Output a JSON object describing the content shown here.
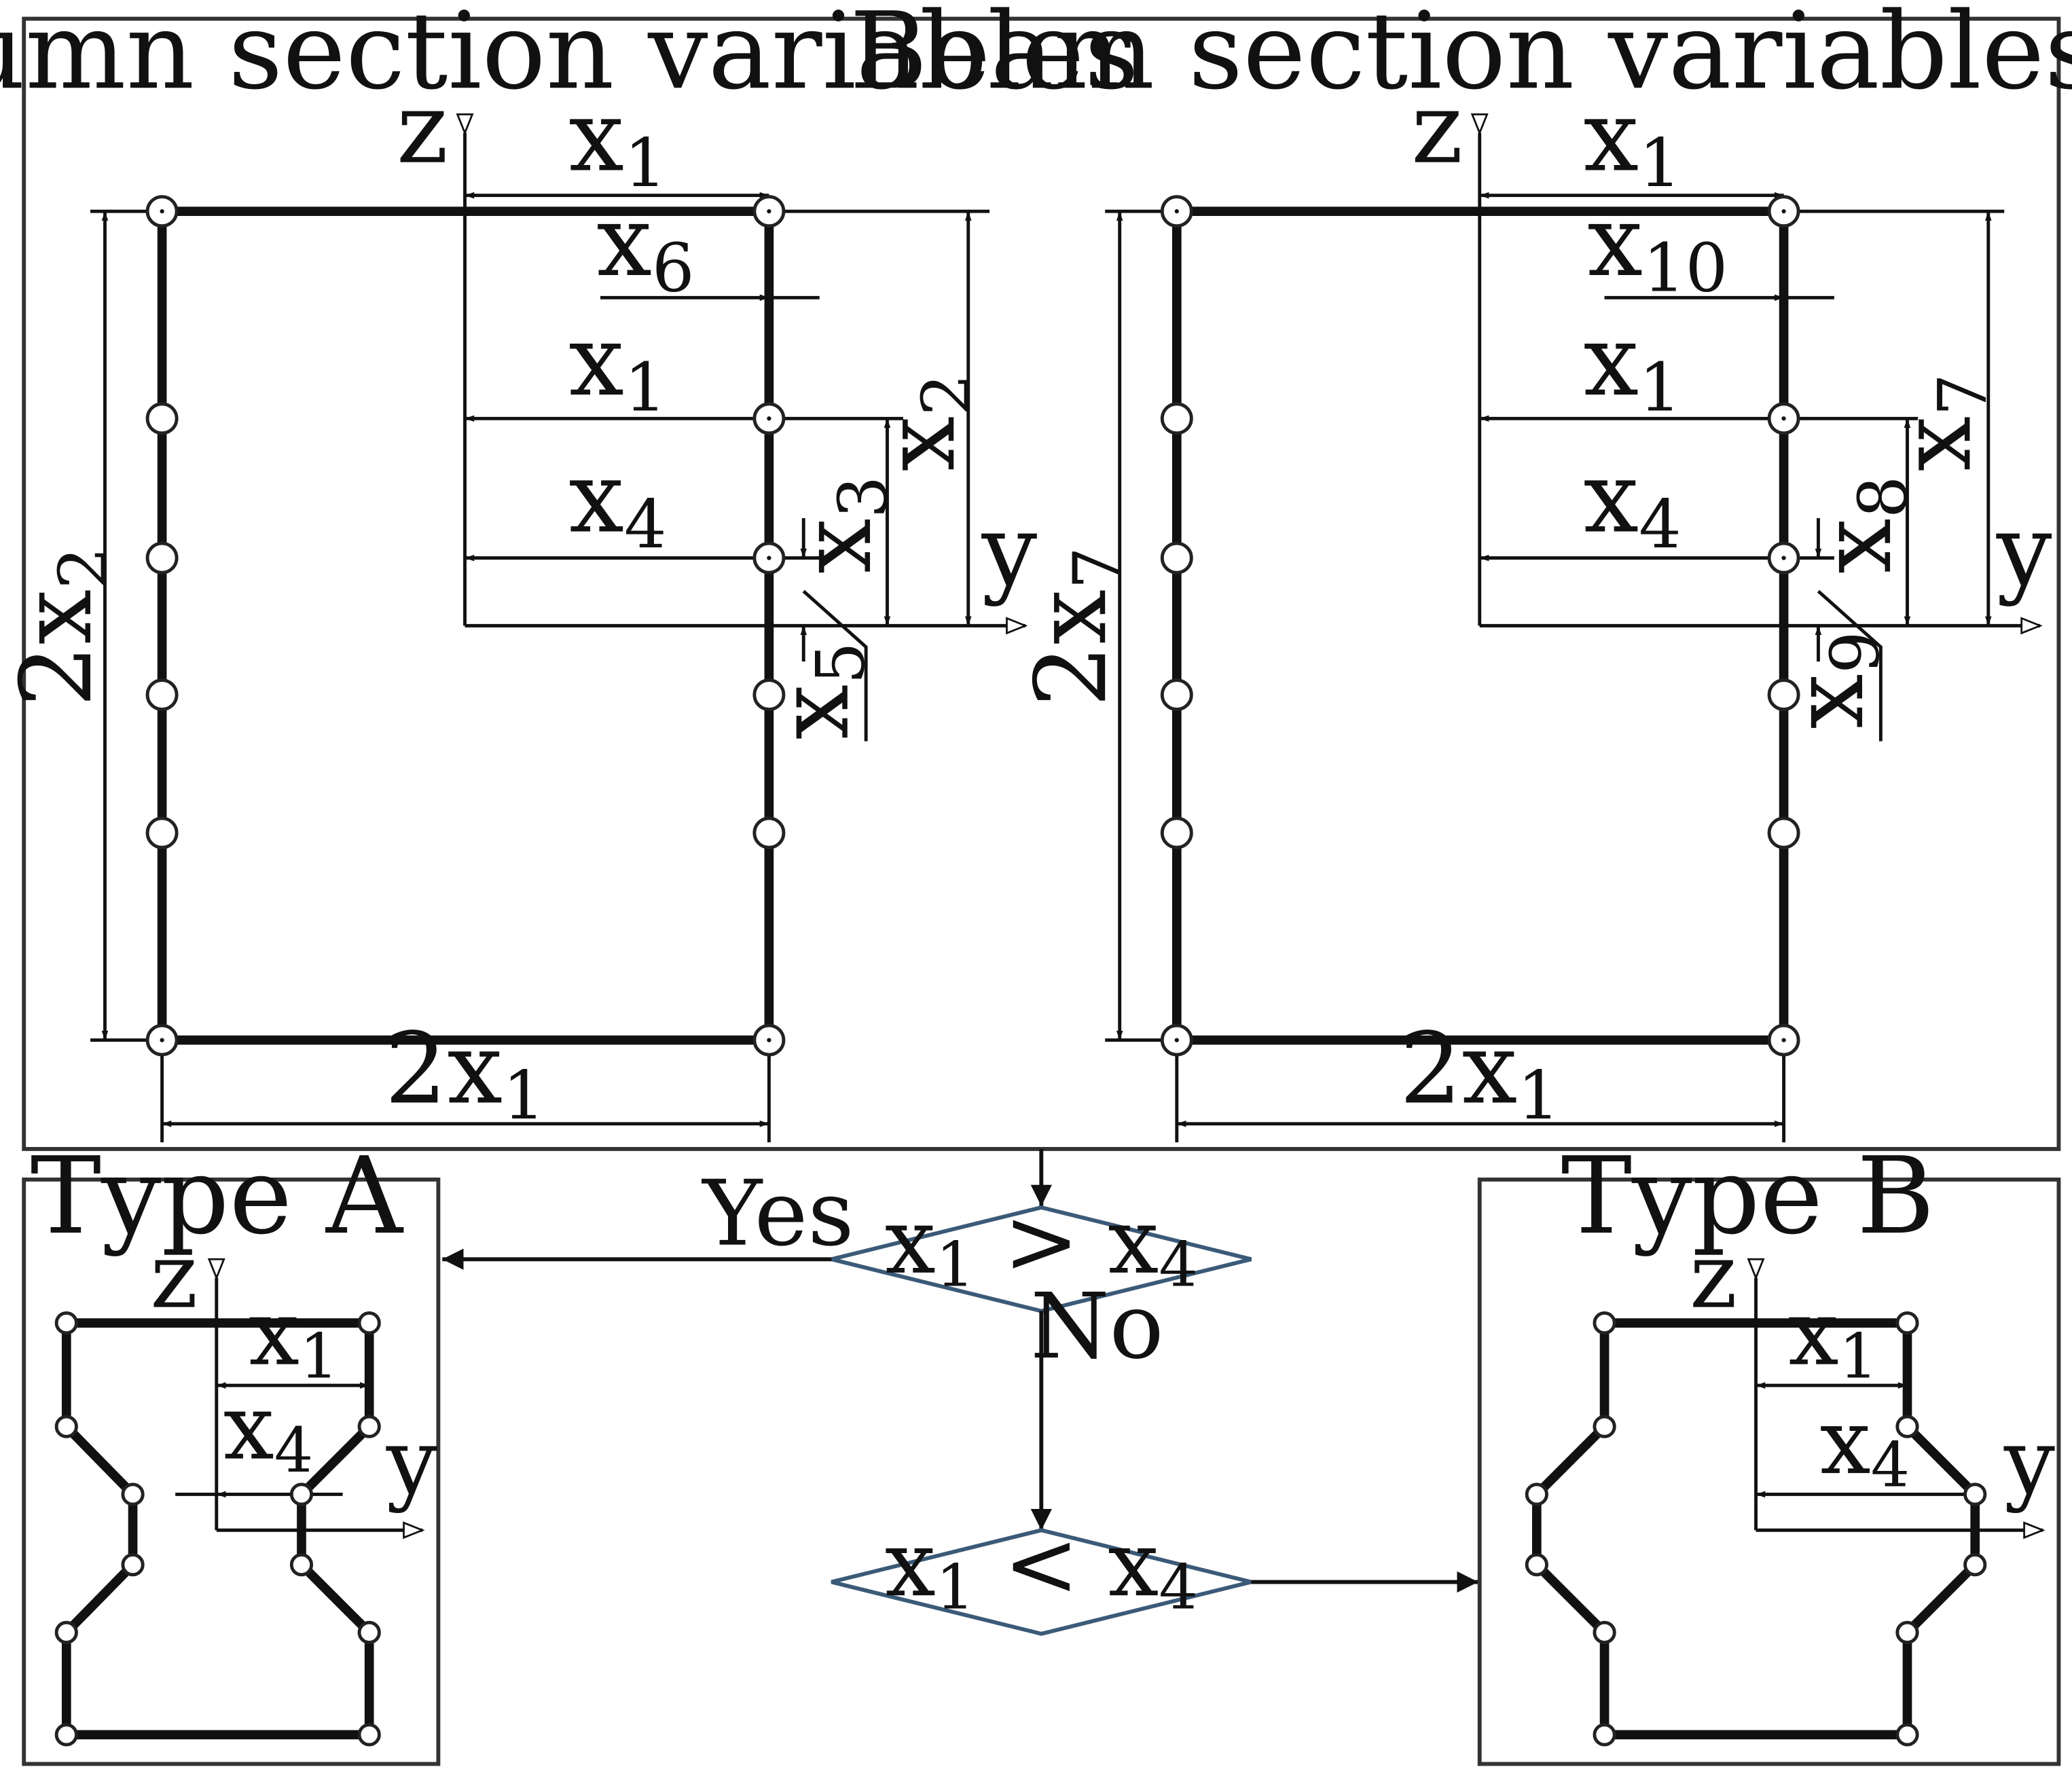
{
  "panels": {
    "column_title": "Column section variables",
    "beam_title": "Beam section variables",
    "type_a_title": "Type A",
    "type_b_title": "Type B"
  },
  "axes": {
    "z": "z",
    "y": "y"
  },
  "column_labels": {
    "x1_top": "x",
    "x1_top_sub": "1",
    "x6": "x",
    "x6_sub": "6",
    "x1_mid": "x",
    "x1_mid_sub": "1",
    "x4": "x",
    "x4_sub": "4",
    "x2": "x",
    "x2_sub": "2",
    "x3": "x",
    "x3_sub": "3",
    "x5": "x",
    "x5_sub": "5",
    "height": "2x",
    "height_sub": "2",
    "width": "2x",
    "width_sub": "1"
  },
  "beam_labels": {
    "x1_top": "x",
    "x1_top_sub": "1",
    "x10": "x",
    "x10_sub": "10",
    "x1_mid": "x",
    "x1_mid_sub": "1",
    "x4": "x",
    "x4_sub": "4",
    "x7": "x",
    "x7_sub": "7",
    "x8": "x",
    "x8_sub": "8",
    "x9": "x",
    "x9_sub": "9",
    "height": "2x",
    "height_sub": "7",
    "width": "2x",
    "width_sub": "1"
  },
  "flow": {
    "cond1_a": "x",
    "cond1_a_sub": "1",
    "cond1_op": " > ",
    "cond1_b": "x",
    "cond1_b_sub": "4",
    "cond2_a": "x",
    "cond2_a_sub": "1",
    "cond2_op": " < ",
    "cond2_b": "x",
    "cond2_b_sub": "4",
    "yes": "Yes",
    "no": "No"
  },
  "type_labels": {
    "x1": "x",
    "x1_sub": "1",
    "x4": "x",
    "x4_sub": "4"
  }
}
